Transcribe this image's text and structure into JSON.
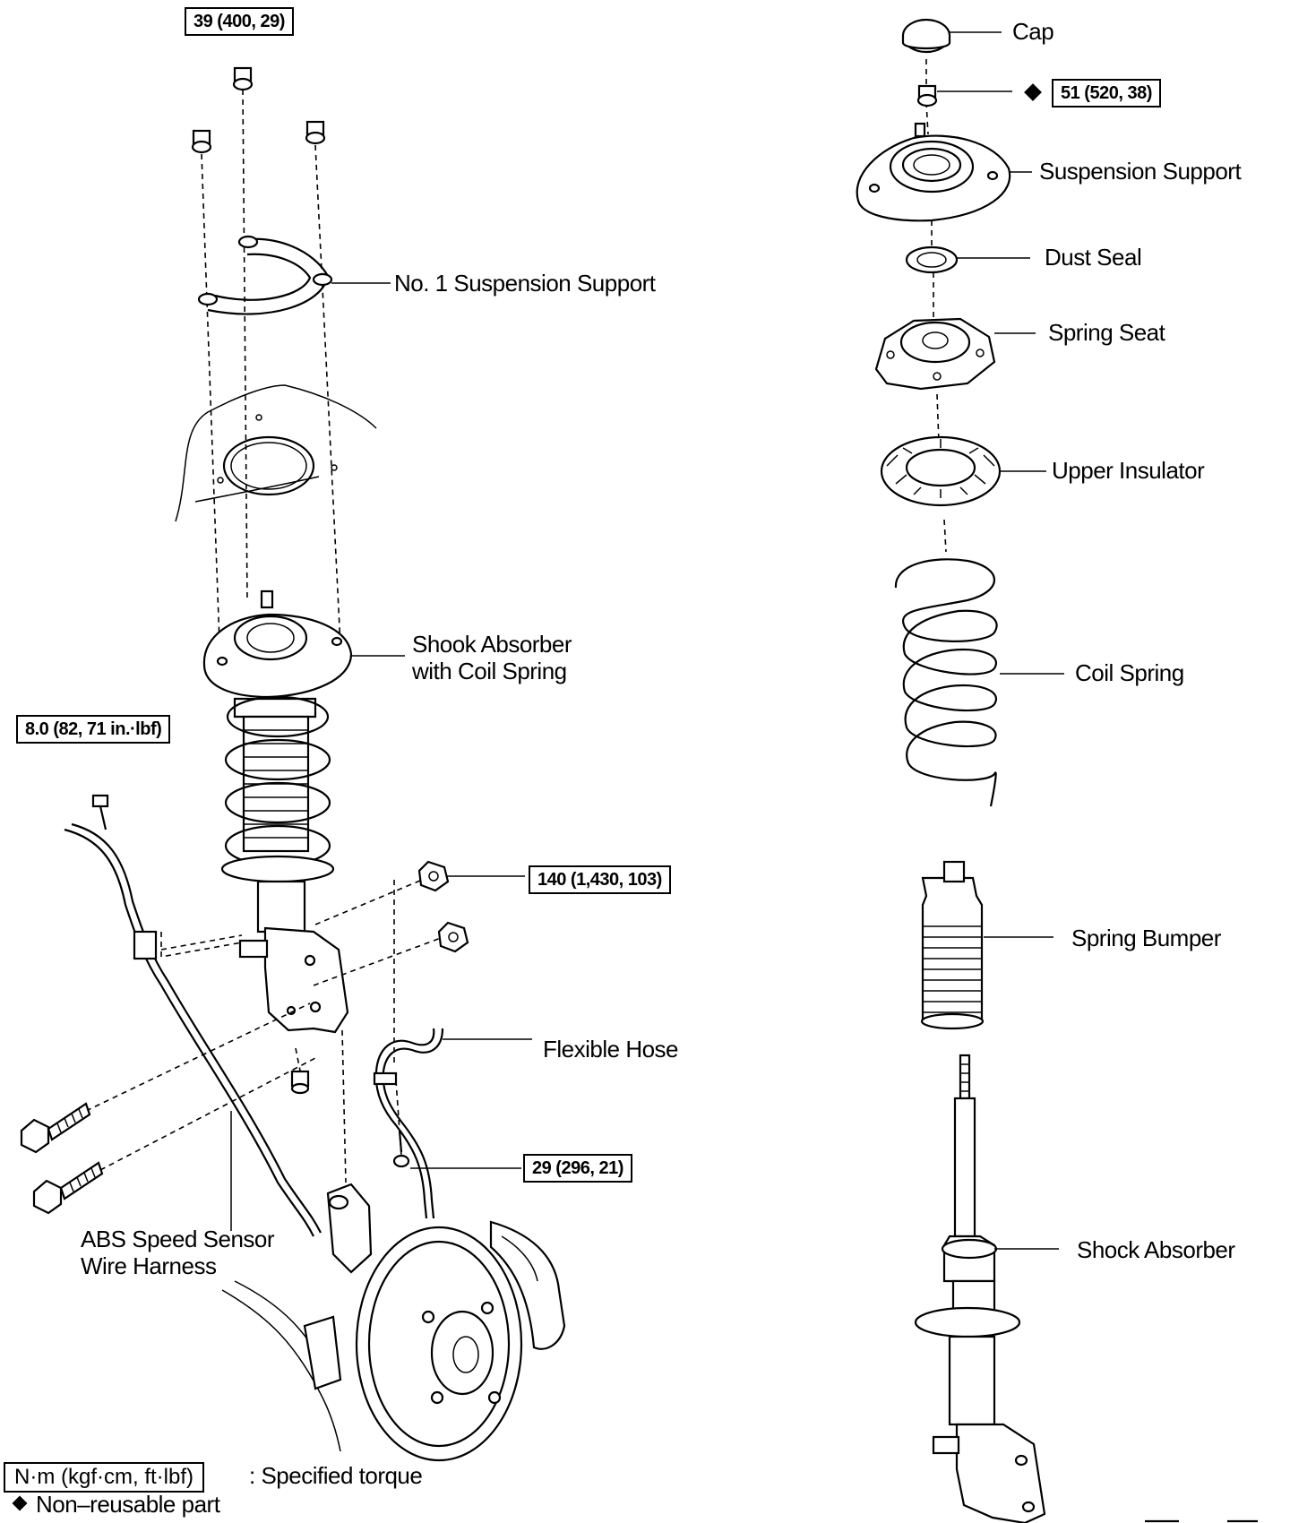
{
  "labels": {
    "no1_support": "No. 1 Suspension Support",
    "shock_with_spring_1": "Shook Absorber",
    "shock_with_spring_2": "with Coil Spring",
    "flexible_hose": "Flexible Hose",
    "abs_1": "ABS Speed Sensor",
    "abs_2": "Wire Harness",
    "cap": "Cap",
    "suspension_support": "Suspension Support",
    "dust_seal": "Dust Seal",
    "spring_seat": "Spring Seat",
    "upper_insulator": "Upper Insulator",
    "coil_spring": "Coil Spring",
    "spring_bumper": "Spring Bumper",
    "shock_absorber": "Shock Absorber"
  },
  "torques": {
    "t39": "39 (400, 29)",
    "t8": "8.0 (82, 71 in.·lbf)",
    "t140": "140 (1,430, 103)",
    "t29": "29 (296, 21)",
    "t51": "51 (520, 38)"
  },
  "legend": {
    "unit": "N·m (kgf·cm, ft·lbf)",
    "specified": ": Specified torque",
    "non_reusable": "Non–reusable part"
  }
}
